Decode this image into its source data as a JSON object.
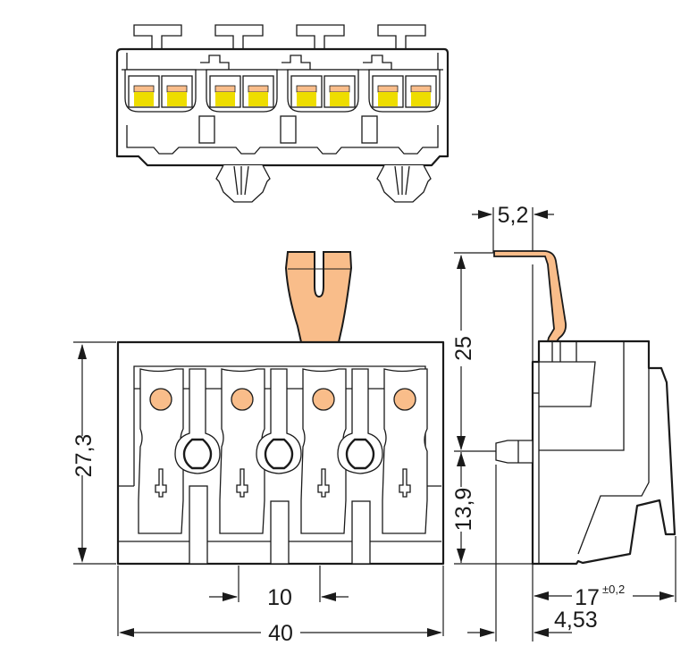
{
  "drawing": {
    "views": [
      "top-view",
      "front-view",
      "side-view"
    ],
    "pole_count": 4,
    "colors": {
      "line": "#1a1a1a",
      "release_lever": "#f9bd8a",
      "contact_yellow": "#eedd00",
      "contact_orange": "#f9bd8a",
      "background": "#ffffff"
    }
  },
  "dimensions": {
    "height_total": "27,3",
    "pitch": "10",
    "width_total": "40",
    "lever_offset": "5,2",
    "lever_height": "25",
    "pin_height": "13,9",
    "depth": "17",
    "depth_tolerance": "±0,2",
    "pin_offset": "4,53"
  }
}
